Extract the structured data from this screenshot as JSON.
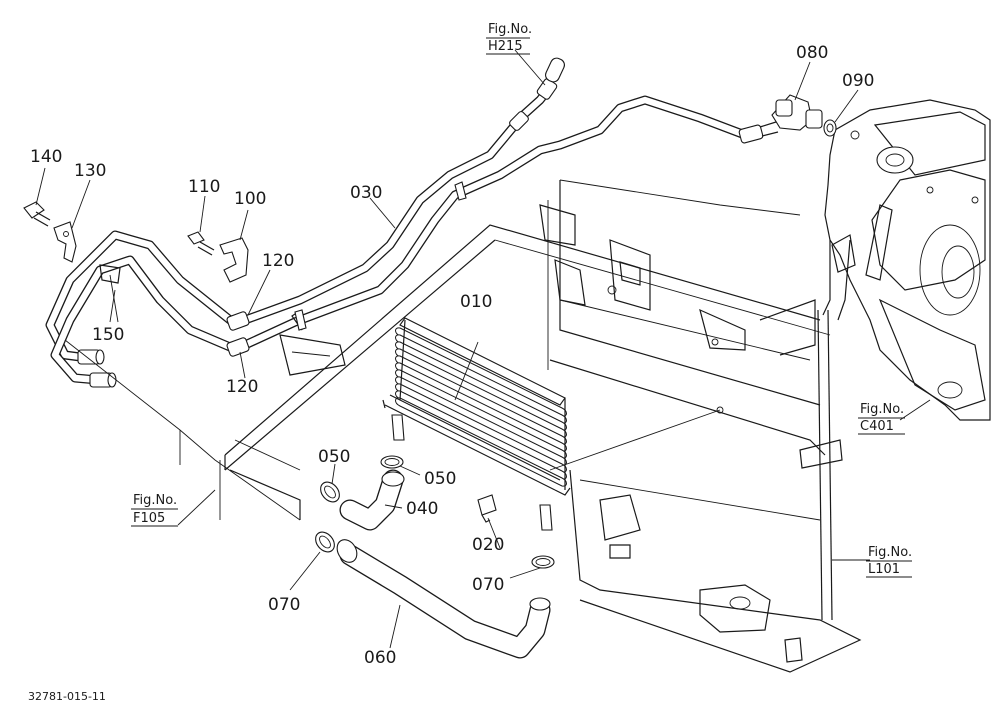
{
  "callouts": {
    "p010": "010",
    "p020": "020",
    "p030": "030",
    "p040": "040",
    "p050a": "050",
    "p050b": "050",
    "p060": "060",
    "p070a": "070",
    "p070b": "070",
    "p080": "080",
    "p090": "090",
    "p100": "100",
    "p110": "110",
    "p120a": "120",
    "p120b": "120",
    "p130": "130",
    "p140": "140",
    "p150": "150"
  },
  "figure_refs": {
    "h215": {
      "label": "Fig.No.",
      "number": "H215"
    },
    "c401": {
      "label": "Fig.No.",
      "number": "C401"
    },
    "f105": {
      "label": "Fig.No.",
      "number": "F105"
    },
    "l101": {
      "label": "Fig.No.",
      "number": "L101"
    }
  },
  "drawing_code": "32781-015-11"
}
